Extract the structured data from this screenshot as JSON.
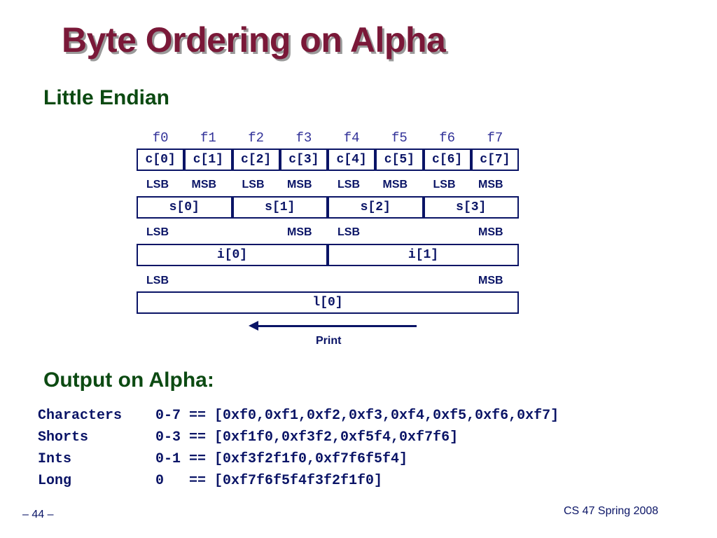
{
  "title": "Byte Ordering on Alpha",
  "subtitle": "Little Endian",
  "addresses": [
    "f0",
    "f1",
    "f2",
    "f3",
    "f4",
    "f5",
    "f6",
    "f7"
  ],
  "chars": [
    "c[0]",
    "c[1]",
    "c[2]",
    "c[3]",
    "c[4]",
    "c[5]",
    "c[6]",
    "c[7]"
  ],
  "shorts": [
    "s[0]",
    "s[1]",
    "s[2]",
    "s[3]"
  ],
  "ints": [
    "i[0]",
    "i[1]"
  ],
  "longs": [
    "l[0]"
  ],
  "lsb": "LSB",
  "msb": "MSB",
  "print_label": "Print",
  "output_heading": "Output on Alpha:",
  "output": [
    {
      "name": "Characters",
      "text": "0-7 == [0xf0,0xf1,0xf2,0xf3,0xf4,0xf5,0xf6,0xf7]"
    },
    {
      "name": "Shorts",
      "text": "0-3 == [0xf1f0,0xf3f2,0xf5f4,0xf7f6]"
    },
    {
      "name": "Ints",
      "text": "0-1 == [0xf3f2f1f0,0xf7f6f5f4]"
    },
    {
      "name": "Long",
      "text": "0   == [0xf7f6f5f4f3f2f1f0]"
    }
  ],
  "footer": {
    "page": "– 44 –",
    "course": "CS 47 Spring 2008"
  }
}
